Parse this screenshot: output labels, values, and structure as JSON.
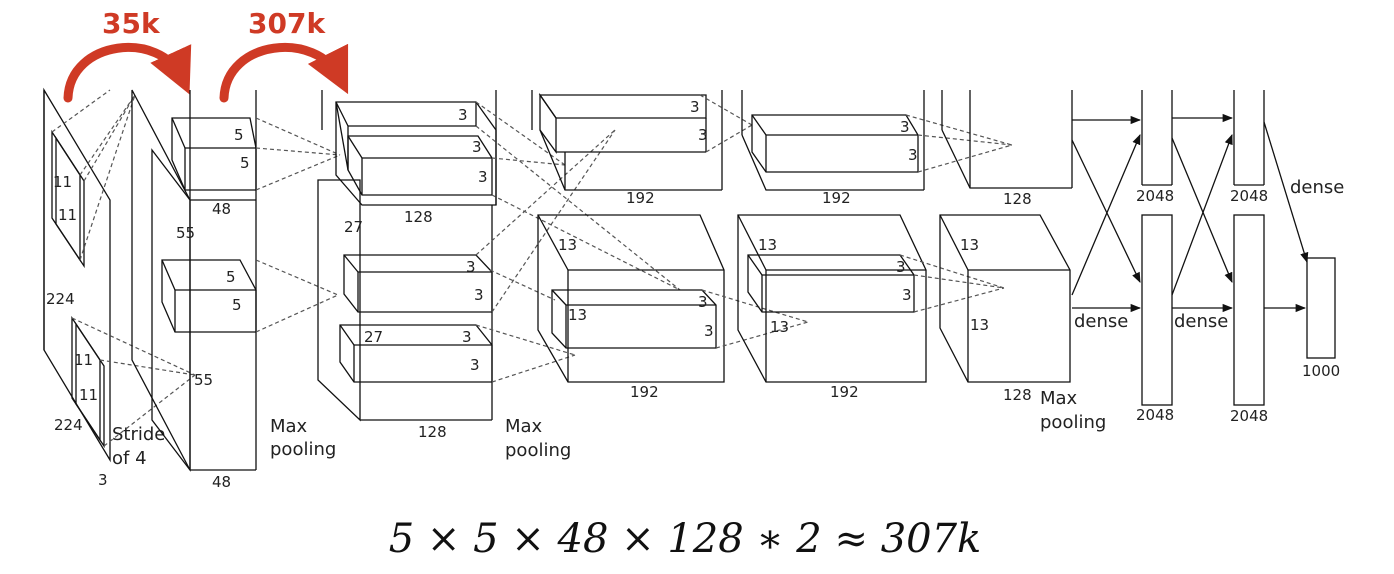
{
  "annotations": {
    "first": "35k",
    "second": "307k",
    "color": "#cf3a25"
  },
  "labels": {
    "input": {
      "kernel_h": "11",
      "kernel_w": "11",
      "kernel2_h": "11",
      "kernel2_w": "11",
      "size_h": "224",
      "size_w": "224",
      "depth": "3",
      "stride_1": "Stride",
      "stride_2": "of 4"
    },
    "conv1": {
      "top_k_h": "5",
      "top_k_w": "5",
      "top_depth": "48",
      "size_a": "55",
      "bot_k_h": "5",
      "bot_k_w": "5",
      "size_b": "55",
      "bot_depth": "48"
    },
    "pool1": {
      "line1": "Max",
      "line2": "pooling"
    },
    "conv2": {
      "top_k1": "3",
      "top_k2": "3",
      "top_k3": "3",
      "top_depth": "128",
      "size": "27",
      "bot_k1": "3",
      "bot_k2": "3",
      "bot_size": "27",
      "bot_k3": "3",
      "bot_k4": "3",
      "bot_depth": "128"
    },
    "pool2": {
      "line1": "Max",
      "line2": "pooling"
    },
    "conv3": {
      "top_k1": "3",
      "top_k2": "3",
      "top_depth": "192",
      "bot_size_a": "13",
      "bot_k1": "3",
      "bot_size_b": "13",
      "bot_k2": "3",
      "bot_depth": "192"
    },
    "conv4": {
      "top_k1": "3",
      "top_k2": "3",
      "top_depth": "192",
      "bot_size_a": "13",
      "bot_k1": "3",
      "bot_k2": "3",
      "bot_size_b": "13",
      "bot_depth": "192"
    },
    "conv5": {
      "top_depth": "128",
      "bot_size_a": "13",
      "bot_size_b": "13",
      "bot_depth": "128"
    },
    "pool3": {
      "line1": "Max",
      "line2": "pooling"
    },
    "fc": {
      "top1": "2048",
      "top2": "2048",
      "bot1": "2048",
      "bot2": "2048",
      "out": "1000",
      "dense_1": "dense",
      "dense_2": "dense",
      "dense_3": "dense"
    }
  },
  "equation": "5 × 5 × 48 × 128 ∗ 2 ≈ 307k"
}
